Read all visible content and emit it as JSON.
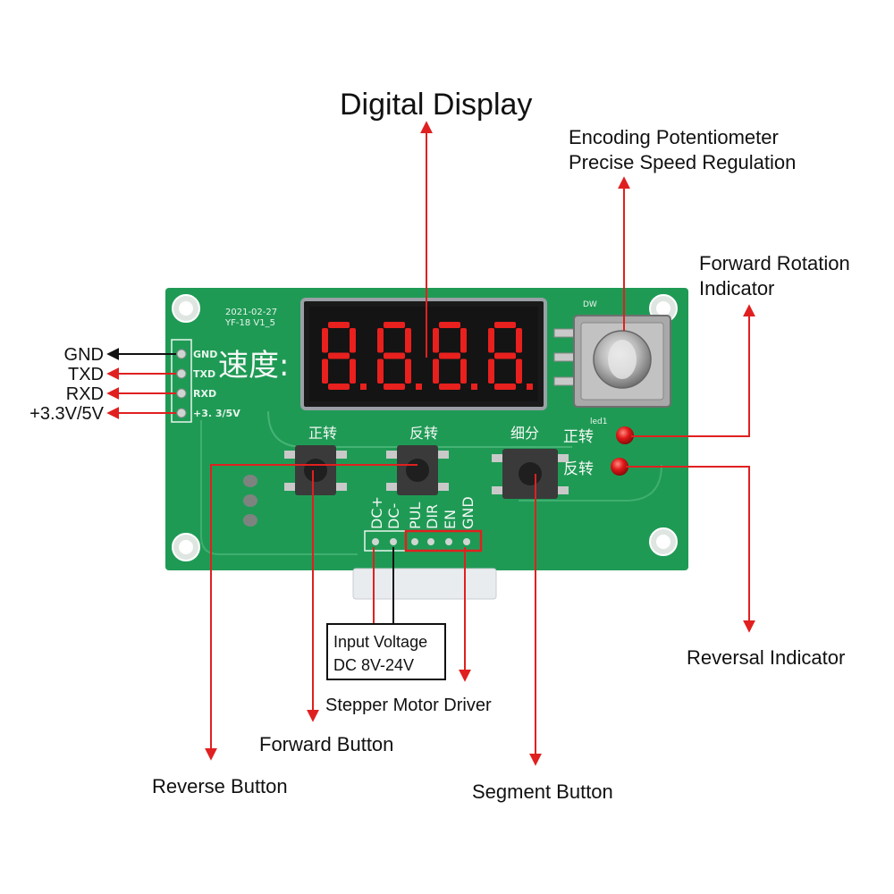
{
  "title": "Digital Display",
  "board": {
    "date": "2021-02-27",
    "model": "YF-18 V1_5",
    "speed_label": "速度:",
    "display_digits": "8.8.8.8.",
    "btn_forward_text": "正转",
    "btn_reverse_text": "反转",
    "btn_segment_text": "细分",
    "led_forward_text": "正转",
    "led_reverse_text": "反转",
    "led1": "led1",
    "dw": "DW",
    "serial_pins": [
      "GND",
      "TXD",
      "RXD",
      "+3. 3/5V"
    ],
    "bottom_pins": [
      "DC+",
      "DC-",
      "PUL",
      "DIR",
      "EN",
      "GND"
    ]
  },
  "labels": {
    "encoding_line1": "Encoding Potentiometer",
    "encoding_line2": "Precise Speed Regulation",
    "forward_rotation_line1": "Forward Rotation",
    "forward_rotation_line2": "Indicator",
    "reversal_indicator": "Reversal Indicator",
    "gnd": "GND",
    "txd": "TXD",
    "rxd": "RXD",
    "vcc": "+3.3V/5V",
    "input_voltage_line1": "Input Voltage",
    "input_voltage_line2": "DC 8V-24V",
    "stepper_driver": "Stepper Motor Driver",
    "forward_button": "Forward Button",
    "reverse_button": "Reverse Button",
    "segment_button": "Segment Button"
  },
  "colors": {
    "pcb": "#1f9a55",
    "pcb_dark": "#147a40",
    "arrow_red": "#e02020",
    "arrow_black": "#111111",
    "display_bg": "#1a1a1a",
    "segment": "#e8201e",
    "led": "#e01818"
  }
}
